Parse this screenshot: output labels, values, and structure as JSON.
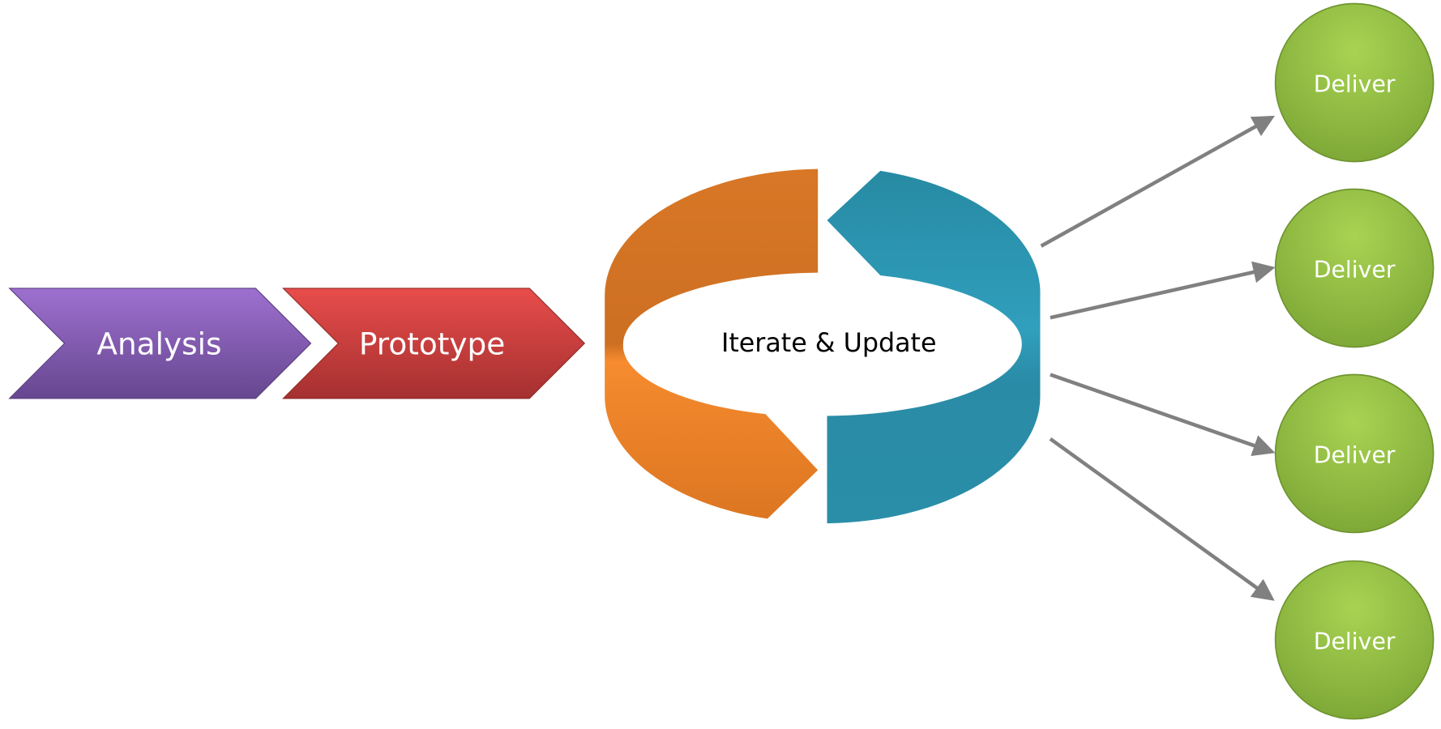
{
  "stages": {
    "analysis": "Analysis",
    "prototype": "Prototype",
    "cycle": "Iterate & Update"
  },
  "deliverables": [
    "Deliver",
    "Deliver",
    "Deliver",
    "Deliver"
  ],
  "colors": {
    "analysis": "#8a5fbd",
    "prototype": "#d23f3d",
    "cycle_orange": "#e57f27",
    "cycle_blue": "#2b8fa8",
    "deliver": "#8dbb3c",
    "arrow": "#808080"
  }
}
